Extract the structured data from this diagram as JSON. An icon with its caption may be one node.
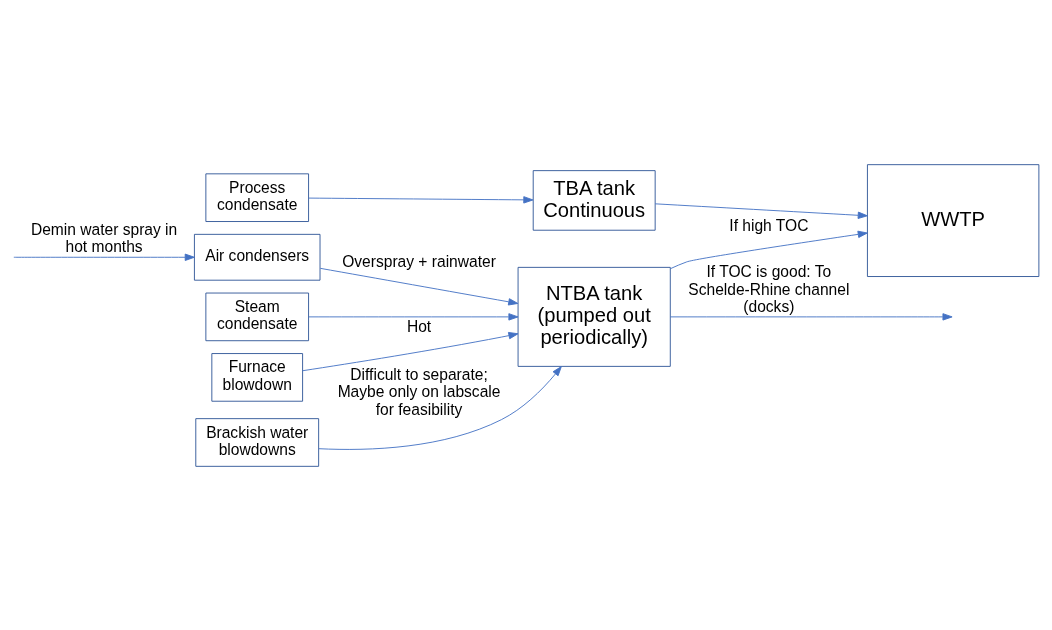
{
  "diagram": {
    "nodes": [
      {
        "text": [
          "Process condensate"
        ]
      },
      {
        "text": [
          "Air condensers"
        ]
      },
      {
        "text": [
          "TBA tank Continuous"
        ]
      },
      {
        "text": [
          "Steam condensate"
        ]
      },
      {
        "text": [
          "NTBA tank (pumped out periodically)"
        ]
      },
      {
        "text": [
          "WWTP"
        ]
      },
      {
        "text": [
          "Furnace blowdown"
        ]
      },
      {
        "text": [
          "Brackish water blowdowns"
        ]
      }
    ],
    "edges": [
      {
        "from": null,
        "to": 1,
        "arrow": "to",
        "label": "Demin water spray in hot months"
      },
      {
        "from": 1,
        "to": 4,
        "arrow": "to",
        "label": "Overspray + rainwater"
      },
      {
        "from": 3,
        "to": 4,
        "arrow": "to"
      },
      {
        "from": 6,
        "to": 4,
        "arrow": "to",
        "label": "Hot"
      },
      {
        "from": 7,
        "to": 4,
        "arrow": "to",
        "label": "Difficult to separate; Maybe only on labscale for feasibility"
      },
      {
        "from": 0,
        "to": 2,
        "arrow": "to"
      },
      {
        "from": 2,
        "to": 5,
        "arrow": "to"
      },
      {
        "from": 4,
        "to": 5,
        "arrow": "to",
        "label": "If high TOC"
      },
      {
        "from": 4,
        "to": null,
        "arrow": "to",
        "label": "If TOC is good: To Schelde-Rhine channel (docks)"
      }
    ]
  }
}
